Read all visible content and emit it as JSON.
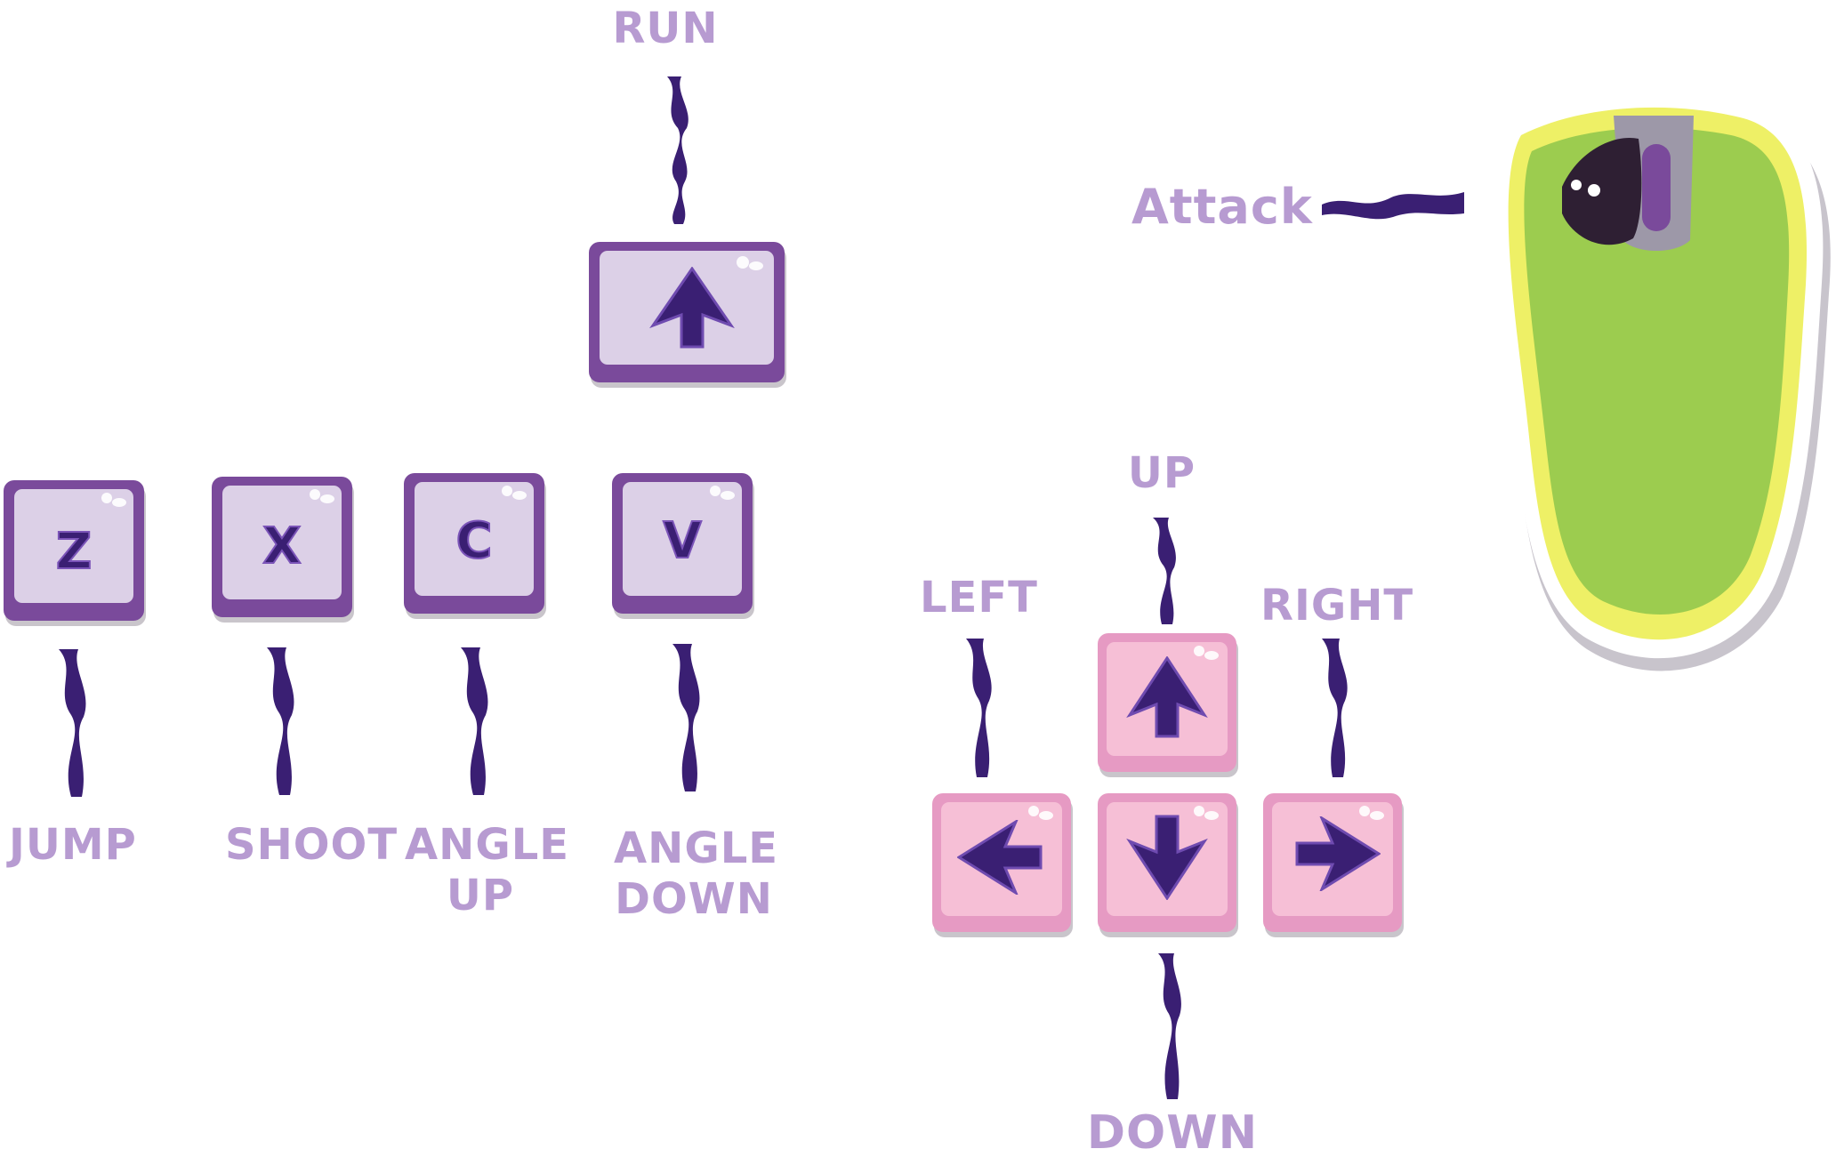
{
  "labels": {
    "run": "RUN",
    "attack": "Attack",
    "up": "UP",
    "left": "LEFT",
    "right": "RIGHT",
    "down": "DOWN",
    "jump": "JUMP",
    "shoot": "SHOOT",
    "angle_up": "ANGLE UP",
    "angle_down": "ANGLE DOWN"
  },
  "keys": {
    "z": "Z",
    "x": "X",
    "c": "C",
    "v": "V"
  },
  "icons": {
    "run_key": "arrow-up-icon",
    "up_key": "arrow-up-icon",
    "left_key": "arrow-left-icon",
    "down_key": "arrow-down-icon",
    "right_key": "arrow-right-icon",
    "mouse": "mouse-icon"
  },
  "colors": {
    "label": "#b79bd1",
    "stroke": "#3a1f73",
    "purple_key_border": "#7a4a9b",
    "purple_key_face": "#dcd0e7",
    "pink_key_border": "#e69ac3",
    "pink_key_face": "#f6bfd6",
    "mouse_body": "#9ccc4f",
    "mouse_rim": "#eef066"
  }
}
